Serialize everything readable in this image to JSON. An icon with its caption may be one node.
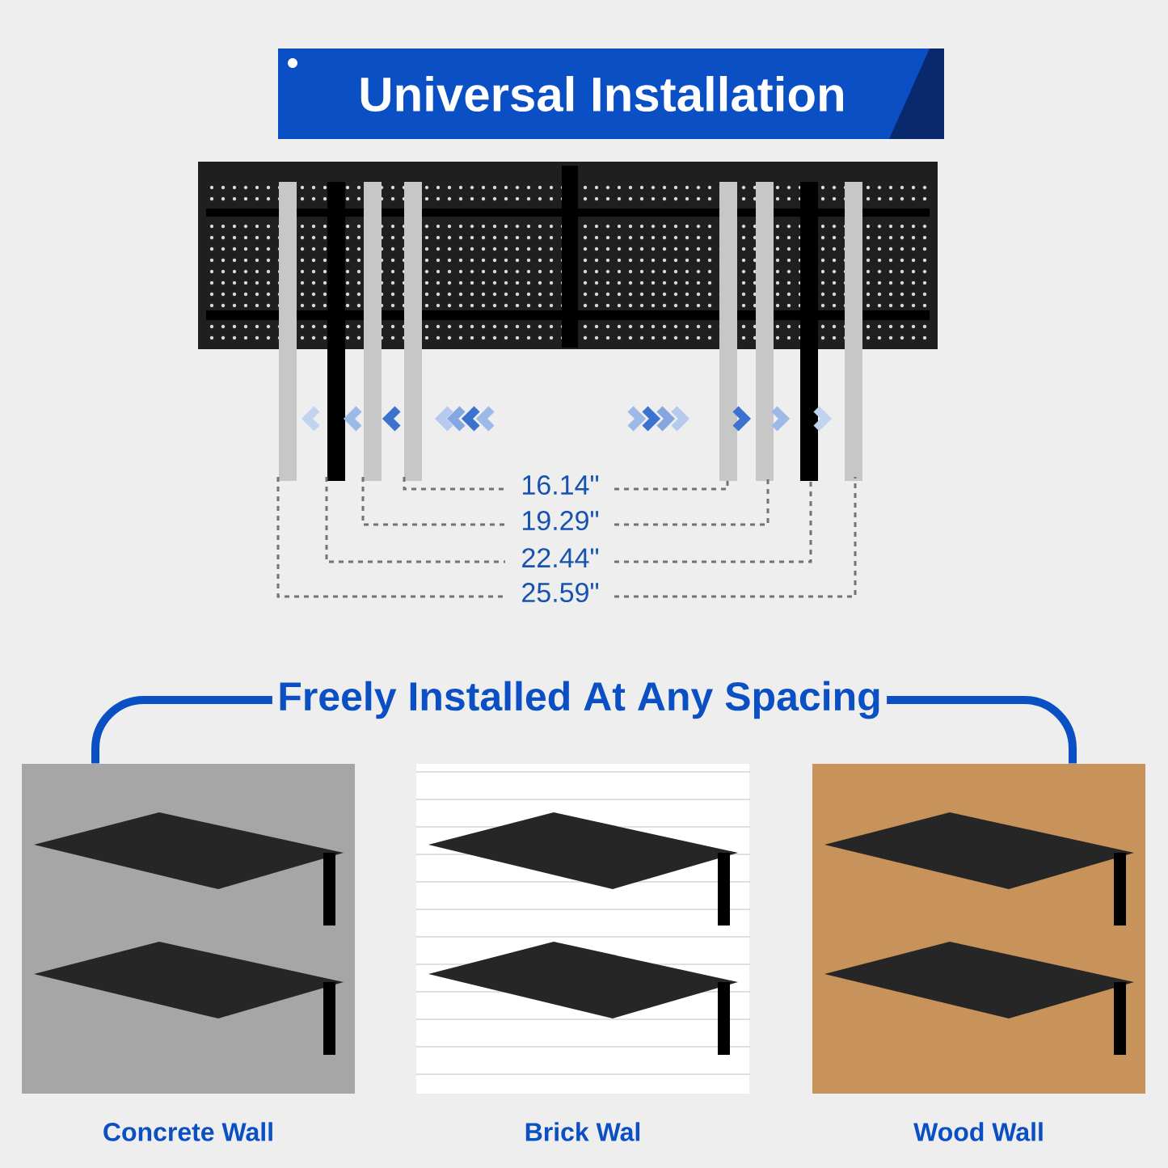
{
  "diagram": {
    "title": "Universal Installation",
    "nodes": [
      {
        "text": [
          "Freely Installed At Any Spacing"
        ]
      },
      {
        "text": [],
        "shape": "picture",
        "beside": [
          "Concrete Wall"
        ]
      },
      {
        "text": [],
        "shape": "picture",
        "beside": [
          "Brick Wal"
        ]
      },
      {
        "text": [],
        "shape": "picture",
        "beside": [
          "Wood Wall"
        ]
      }
    ],
    "edges": [
      {
        "from": 0,
        "to": 1,
        "arrow": "none"
      },
      {
        "from": 0,
        "to": 3,
        "arrow": "none"
      }
    ],
    "labels": [
      "16.14\"",
      "19.29\"",
      "22.44\"",
      "25.59\""
    ]
  }
}
